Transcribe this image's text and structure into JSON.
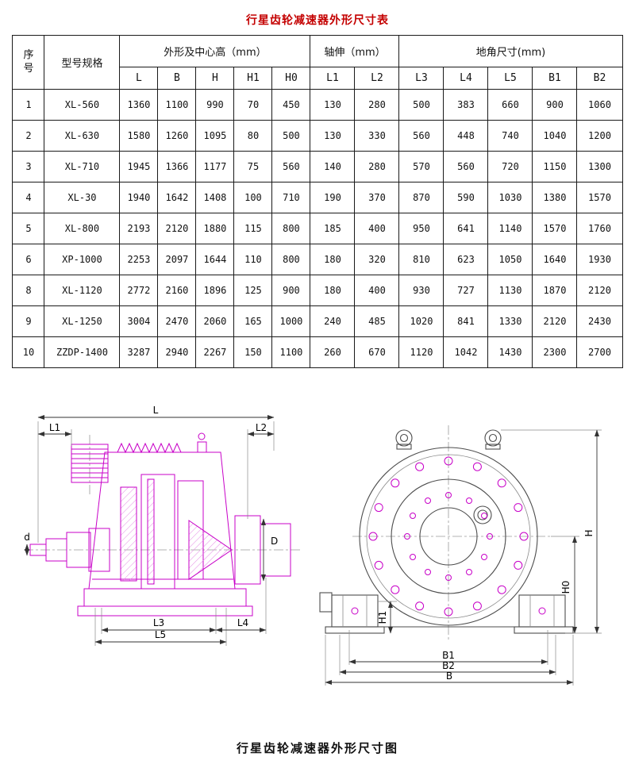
{
  "page": {
    "table_title": "行星齿轮减速器外形尺寸表",
    "figure_caption": "行星齿轮减速器外形尺寸图"
  },
  "table": {
    "headers": {
      "seq": "序\n号",
      "model": "型号规格",
      "group_outline": "外形及中心高（mm）",
      "outline_cols": [
        "L",
        "B",
        "H",
        "H1",
        "H0"
      ],
      "group_shaft": "轴伸（mm）",
      "shaft_cols": [
        "L1",
        "L2"
      ],
      "group_foot": "地角尺寸(mm)",
      "foot_cols": [
        "L3",
        "L4",
        "L5",
        "B1",
        "B2"
      ]
    },
    "rows": [
      {
        "seq": "1",
        "model": "XL-560",
        "values": [
          "1360",
          "1100",
          "990",
          "70",
          "450",
          "130",
          "280",
          "500",
          "383",
          "660",
          "900",
          "1060"
        ]
      },
      {
        "seq": "2",
        "model": "XL-630",
        "values": [
          "1580",
          "1260",
          "1095",
          "80",
          "500",
          "130",
          "330",
          "560",
          "448",
          "740",
          "1040",
          "1200"
        ]
      },
      {
        "seq": "3",
        "model": "XL-710",
        "values": [
          "1945",
          "1366",
          "1177",
          "75",
          "560",
          "140",
          "280",
          "570",
          "560",
          "720",
          "1150",
          "1300"
        ]
      },
      {
        "seq": "4",
        "model": "XL-30",
        "values": [
          "1940",
          "1642",
          "1408",
          "100",
          "710",
          "190",
          "370",
          "870",
          "590",
          "1030",
          "1380",
          "1570"
        ]
      },
      {
        "seq": "5",
        "model": "XL-800",
        "values": [
          "2193",
          "2120",
          "1880",
          "115",
          "800",
          "185",
          "400",
          "950",
          "641",
          "1140",
          "1570",
          "1760"
        ]
      },
      {
        "seq": "6",
        "model": "XP-1000",
        "values": [
          "2253",
          "2097",
          "1644",
          "110",
          "800",
          "180",
          "320",
          "810",
          "623",
          "1050",
          "1640",
          "1930"
        ]
      },
      {
        "seq": "8",
        "model": "XL-1120",
        "values": [
          "2772",
          "2160",
          "1896",
          "125",
          "900",
          "180",
          "400",
          "930",
          "727",
          "1130",
          "1870",
          "2120"
        ]
      },
      {
        "seq": "9",
        "model": "XL-1250",
        "values": [
          "3004",
          "2470",
          "2060",
          "165",
          "1000",
          "240",
          "485",
          "1020",
          "841",
          "1330",
          "2120",
          "2430"
        ]
      },
      {
        "seq": "10",
        "model": "ZZDP-1400",
        "values": [
          "3287",
          "2940",
          "2267",
          "150",
          "1100",
          "260",
          "670",
          "1120",
          "1042",
          "1430",
          "2300",
          "2700"
        ]
      }
    ]
  },
  "drawing": {
    "labels": {
      "L": "L",
      "L1": "L1",
      "L2": "L2",
      "d": "d",
      "D": "D",
      "L3": "L3",
      "L4": "L4",
      "L5": "L5",
      "H": "H",
      "H0": "H0",
      "H1": "H1",
      "B1": "B1",
      "B2": "B2",
      "B": "B"
    }
  }
}
